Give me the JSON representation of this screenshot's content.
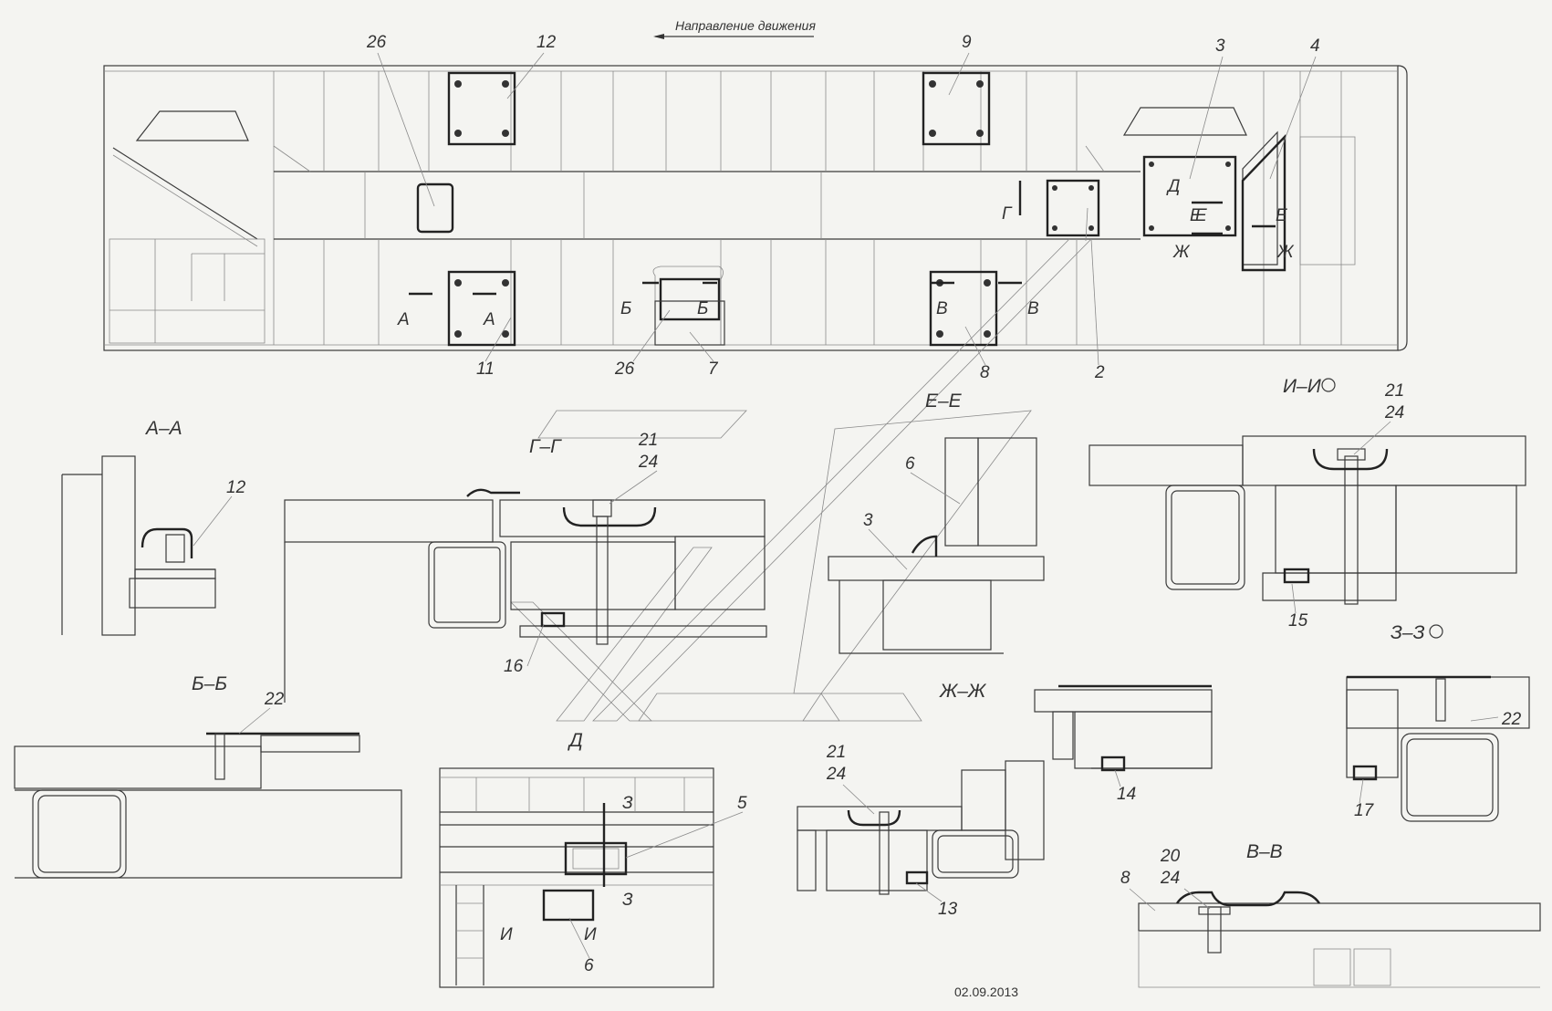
{
  "header": {
    "direction_label": "Направление движения"
  },
  "date": "02.09.2013",
  "plan_callouts": [
    "26",
    "12",
    "9",
    "3",
    "4",
    "11",
    "26",
    "7",
    "8",
    "2"
  ],
  "plan_marks": [
    "А",
    "А",
    "Б",
    "Б",
    "В",
    "В",
    "Г",
    "Д",
    "Е",
    "Е",
    "Е",
    "Ж",
    "Ж"
  ],
  "sections": {
    "aa": {
      "title": "А–А",
      "callouts": [
        "12"
      ]
    },
    "gg": {
      "title": "Г–Г",
      "callouts": [
        "21",
        "24",
        "16"
      ]
    },
    "ee": {
      "title": "Е–Е",
      "callouts": [
        "6",
        "3"
      ]
    },
    "zhzh": {
      "title": "Ж–Ж"
    },
    "ii": {
      "title": "И–И",
      "callouts": [
        "21",
        "24",
        "15"
      ]
    },
    "zz": {
      "title": "З–З",
      "callouts": [
        "22",
        "17"
      ]
    },
    "bb": {
      "title": "Б–Б",
      "callouts": [
        "22"
      ]
    },
    "d": {
      "title": "Д",
      "callouts": [
        "5",
        "6"
      ],
      "marks": [
        "З",
        "З",
        "И",
        "И"
      ]
    },
    "misc": {
      "callouts": [
        "21",
        "24",
        "13"
      ]
    },
    "m14": {
      "callouts": [
        "14"
      ]
    },
    "vv": {
      "title": "В–В",
      "callouts": [
        "20",
        "24",
        "8"
      ]
    }
  }
}
